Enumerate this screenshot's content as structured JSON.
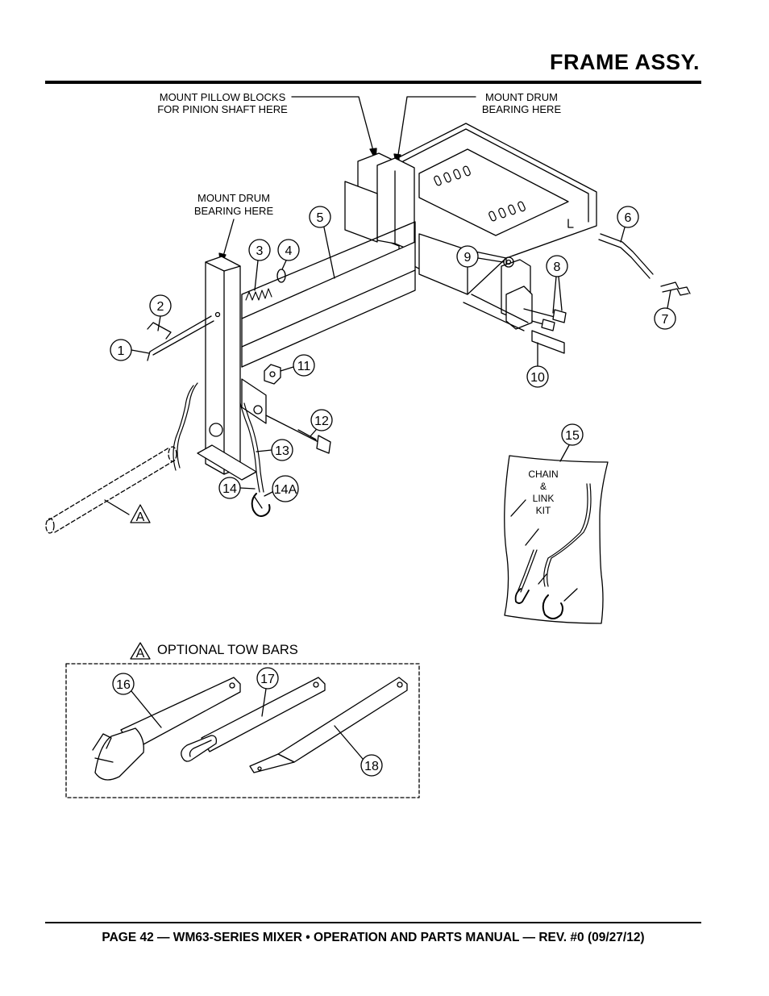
{
  "page": {
    "title": "FRAME ASSY.",
    "footer": "PAGE 42 — WM63-SERIES MIXER • OPERATION AND PARTS MANUAL — REV. #0 (09/27/12)"
  },
  "notes": {
    "pillow_line1": "MOUNT PILLOW BLOCKS",
    "pillow_line2": "FOR PINION SHAFT HERE",
    "drum_right_line1": "MOUNT DRUM",
    "drum_right_line2": "BEARING HERE",
    "drum_left_line1": "MOUNT DRUM",
    "drum_left_line2": "BEARING HERE"
  },
  "kit": {
    "line1": "CHAIN",
    "line2": "&",
    "line3": "LINK",
    "line4": "KIT"
  },
  "optional": {
    "marker": "A",
    "label": "OPTIONAL TOW BARS"
  },
  "callouts": {
    "c1": "1",
    "c2": "2",
    "c3": "3",
    "c4": "4",
    "c5": "5",
    "c6": "6",
    "c7": "7",
    "c8": "8",
    "c9": "9",
    "c10": "10",
    "c11": "11",
    "c12": "12",
    "c13": "13",
    "c14": "14",
    "c14a": "14A",
    "c15": "15",
    "c16": "16",
    "c17": "17",
    "c18": "18",
    "cA": "A"
  }
}
